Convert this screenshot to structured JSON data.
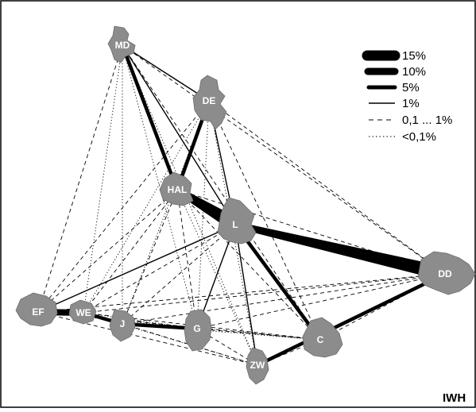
{
  "legend": {
    "items": [
      {
        "label": "15%",
        "style": "very-thick"
      },
      {
        "label": "10%",
        "style": "thick"
      },
      {
        "label": "5%",
        "style": "medium"
      },
      {
        "label": "1%",
        "style": "thin-solid"
      },
      {
        "label": "0,1 ... 1%",
        "style": "dashed"
      },
      {
        "label": "<0,1%",
        "style": "dotted"
      }
    ]
  },
  "credit": "IWH",
  "cities": [
    {
      "id": "MD",
      "label": "MD"
    },
    {
      "id": "DE",
      "label": "DE"
    },
    {
      "id": "HAL",
      "label": "HAL"
    },
    {
      "id": "L",
      "label": "L"
    },
    {
      "id": "DD",
      "label": "DD"
    },
    {
      "id": "EF",
      "label": "EF"
    },
    {
      "id": "WE",
      "label": "WE"
    },
    {
      "id": "J",
      "label": "J"
    },
    {
      "id": "G",
      "label": "G"
    },
    {
      "id": "C",
      "label": "C"
    },
    {
      "id": "ZW",
      "label": "ZW"
    }
  ],
  "links": [
    {
      "from": "HAL",
      "to": "L",
      "class": "15%"
    },
    {
      "from": "L",
      "to": "DD",
      "class": "15%"
    },
    {
      "from": "EF",
      "to": "WE",
      "class": "10%"
    },
    {
      "from": "DD",
      "to": "ZW",
      "class": "5%"
    },
    {
      "from": "MD",
      "to": "HAL",
      "class": "5%"
    },
    {
      "from": "DE",
      "to": "HAL",
      "class": "5%"
    },
    {
      "from": "WE",
      "to": "J",
      "class": "5%"
    },
    {
      "from": "J",
      "to": "G",
      "class": "5%"
    },
    {
      "from": "L",
      "to": "C",
      "class": "5%"
    },
    {
      "from": "MD",
      "to": "L",
      "class": "1%"
    },
    {
      "from": "DE",
      "to": "L",
      "class": "1%"
    },
    {
      "from": "L",
      "to": "EF",
      "class": "1%"
    },
    {
      "from": "L",
      "to": "G",
      "class": "1%"
    },
    {
      "from": "L",
      "to": "ZW",
      "class": "1%"
    },
    {
      "from": "MD",
      "to": "DE",
      "class": "1%"
    },
    {
      "from": "MD",
      "to": "DD",
      "class": "0,1 ... 1%"
    },
    {
      "from": "DE",
      "to": "DD",
      "class": "0,1 ... 1%"
    },
    {
      "from": "MD",
      "to": "EF",
      "class": "0,1 ... 1%"
    },
    {
      "from": "MD",
      "to": "C",
      "class": "0,1 ... 1%"
    },
    {
      "from": "HAL",
      "to": "DD",
      "class": "0,1 ... 1%"
    },
    {
      "from": "HAL",
      "to": "EF",
      "class": "0,1 ... 1%"
    },
    {
      "from": "HAL",
      "to": "WE",
      "class": "0,1 ... 1%"
    },
    {
      "from": "HAL",
      "to": "J",
      "class": "0,1 ... 1%"
    },
    {
      "from": "HAL",
      "to": "G",
      "class": "0,1 ... 1%"
    },
    {
      "from": "HAL",
      "to": "C",
      "class": "0,1 ... 1%"
    },
    {
      "from": "L",
      "to": "WE",
      "class": "0,1 ... 1%"
    },
    {
      "from": "L",
      "to": "J",
      "class": "0,1 ... 1%"
    },
    {
      "from": "EF",
      "to": "DD",
      "class": "0,1 ... 1%"
    },
    {
      "from": "EF",
      "to": "ZW",
      "class": "0,1 ... 1%"
    },
    {
      "from": "EF",
      "to": "C",
      "class": "0,1 ... 1%"
    },
    {
      "from": "WE",
      "to": "DD",
      "class": "0,1 ... 1%"
    },
    {
      "from": "WE",
      "to": "C",
      "class": "0,1 ... 1%"
    },
    {
      "from": "J",
      "to": "DD",
      "class": "0,1 ... 1%"
    },
    {
      "from": "J",
      "to": "ZW",
      "class": "0,1 ... 1%"
    },
    {
      "from": "G",
      "to": "DD",
      "class": "0,1 ... 1%"
    },
    {
      "from": "G",
      "to": "C",
      "class": "0,1 ... 1%"
    },
    {
      "from": "G",
      "to": "ZW",
      "class": "0,1 ... 1%"
    },
    {
      "from": "C",
      "to": "ZW",
      "class": "0,1 ... 1%"
    },
    {
      "from": "C",
      "to": "DD",
      "class": "0,1 ... 1%"
    },
    {
      "from": "DE",
      "to": "EF",
      "class": "0,1 ... 1%"
    },
    {
      "from": "DE",
      "to": "C",
      "class": "0,1 ... 1%"
    },
    {
      "from": "MD",
      "to": "WE",
      "class": "<0,1%"
    },
    {
      "from": "MD",
      "to": "J",
      "class": "<0,1%"
    },
    {
      "from": "MD",
      "to": "G",
      "class": "<0,1%"
    },
    {
      "from": "MD",
      "to": "ZW",
      "class": "<0,1%"
    },
    {
      "from": "DE",
      "to": "WE",
      "class": "<0,1%"
    },
    {
      "from": "DE",
      "to": "J",
      "class": "<0,1%"
    },
    {
      "from": "DE",
      "to": "G",
      "class": "<0,1%"
    },
    {
      "from": "DE",
      "to": "ZW",
      "class": "<0,1%"
    },
    {
      "from": "HAL",
      "to": "ZW",
      "class": "<0,1%"
    },
    {
      "from": "WE",
      "to": "ZW",
      "class": "<0,1%"
    },
    {
      "from": "WE",
      "to": "G",
      "class": "<0,1%"
    },
    {
      "from": "EF",
      "to": "G",
      "class": "<0,1%"
    },
    {
      "from": "J",
      "to": "C",
      "class": "<0,1%"
    }
  ],
  "colors": {
    "region_fill": "#8c8c8c",
    "link": "#000000",
    "label": "#ffffff",
    "frame": "#000000"
  }
}
